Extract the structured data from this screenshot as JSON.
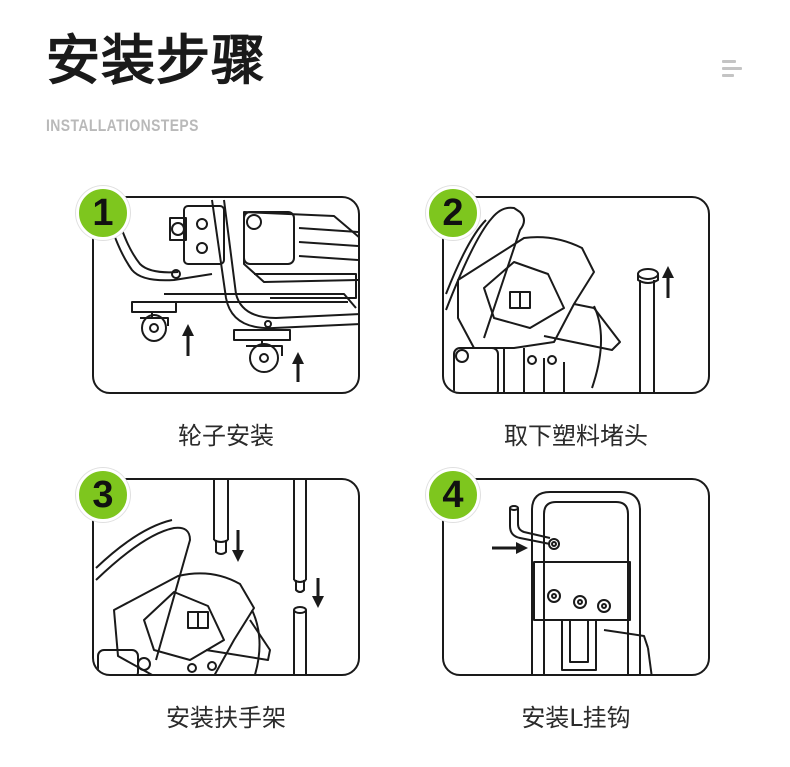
{
  "header": {
    "title": "安装步骤",
    "subtitle": "INSTALLATIONSTEPS"
  },
  "steps": [
    {
      "number": "1",
      "caption": "轮子安装"
    },
    {
      "number": "2",
      "caption": "取下塑料堵头"
    },
    {
      "number": "3",
      "caption": "安装扶手架"
    },
    {
      "number": "4",
      "caption": "安装L挂钩"
    }
  ],
  "colors": {
    "accent": "#7ec61e",
    "line": "#1a1a1a",
    "subtitle": "#b9b9b9"
  }
}
